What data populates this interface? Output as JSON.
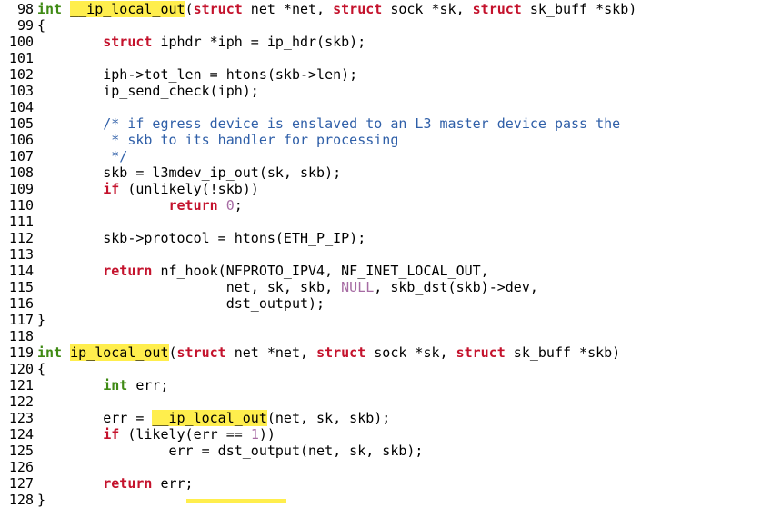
{
  "colors": {
    "keyword": "#c4122c",
    "type": "#3f8a14",
    "comment": "#2f5fa8",
    "number": "#a66ba3",
    "highlight": "#ffee4d"
  },
  "code": {
    "highlight_term": "ip_local_out",
    "lines": [
      {
        "n": "98",
        "segs": [
          {
            "c": "ty",
            "t": "int"
          },
          {
            "t": " "
          },
          {
            "c": "hl",
            "t": "__ip_local_out"
          },
          {
            "t": "("
          },
          {
            "c": "kw",
            "t": "struct"
          },
          {
            "t": " net *net, "
          },
          {
            "c": "kw",
            "t": "struct"
          },
          {
            "t": " sock *sk, "
          },
          {
            "c": "kw",
            "t": "struct"
          },
          {
            "t": " sk_buff *skb)"
          }
        ]
      },
      {
        "n": "99",
        "segs": [
          {
            "t": "{"
          }
        ]
      },
      {
        "n": "100",
        "segs": [
          {
            "t": "        "
          },
          {
            "c": "kw",
            "t": "struct"
          },
          {
            "t": " iphdr *iph = ip_hdr(skb);"
          }
        ]
      },
      {
        "n": "101",
        "segs": []
      },
      {
        "n": "102",
        "segs": [
          {
            "t": "        iph->tot_len = htons(skb->len);"
          }
        ]
      },
      {
        "n": "103",
        "segs": [
          {
            "t": "        ip_send_check(iph);"
          }
        ]
      },
      {
        "n": "104",
        "segs": []
      },
      {
        "n": "105",
        "segs": [
          {
            "t": "        "
          },
          {
            "c": "cm",
            "t": "/* if egress device is enslaved to an L3 master device pass the"
          }
        ]
      },
      {
        "n": "106",
        "segs": [
          {
            "c": "cm",
            "t": "         * skb to its handler for processing"
          }
        ]
      },
      {
        "n": "107",
        "segs": [
          {
            "c": "cm",
            "t": "         */"
          }
        ]
      },
      {
        "n": "108",
        "segs": [
          {
            "t": "        skb = l3mdev_ip_out(sk, skb);"
          }
        ]
      },
      {
        "n": "109",
        "segs": [
          {
            "t": "        "
          },
          {
            "c": "kw",
            "t": "if"
          },
          {
            "t": " (unlikely(!skb))"
          }
        ]
      },
      {
        "n": "110",
        "segs": [
          {
            "t": "                "
          },
          {
            "c": "kw",
            "t": "return"
          },
          {
            "t": " "
          },
          {
            "c": "nm",
            "t": "0"
          },
          {
            "t": ";"
          }
        ]
      },
      {
        "n": "111",
        "segs": []
      },
      {
        "n": "112",
        "segs": [
          {
            "t": "        skb->protocol = htons(ETH_P_IP);"
          }
        ]
      },
      {
        "n": "113",
        "segs": []
      },
      {
        "n": "114",
        "segs": [
          {
            "t": "        "
          },
          {
            "c": "kw",
            "t": "return"
          },
          {
            "t": " nf_hook(NFPROTO_IPV4, NF_INET_LOCAL_OUT,"
          }
        ]
      },
      {
        "n": "115",
        "segs": [
          {
            "t": "                       net, sk, skb, "
          },
          {
            "c": "nm",
            "t": "NULL"
          },
          {
            "t": ", skb_dst(skb)->dev,"
          }
        ]
      },
      {
        "n": "116",
        "segs": [
          {
            "t": "                       dst_output);"
          }
        ]
      },
      {
        "n": "117",
        "segs": [
          {
            "t": "}"
          }
        ]
      },
      {
        "n": "118",
        "segs": []
      },
      {
        "n": "119",
        "segs": [
          {
            "c": "ty",
            "t": "int"
          },
          {
            "t": " "
          },
          {
            "c": "hl",
            "t": "ip_local_out"
          },
          {
            "t": "("
          },
          {
            "c": "kw",
            "t": "struct"
          },
          {
            "t": " net *net, "
          },
          {
            "c": "kw",
            "t": "struct"
          },
          {
            "t": " sock *sk, "
          },
          {
            "c": "kw",
            "t": "struct"
          },
          {
            "t": " sk_buff *skb)"
          }
        ]
      },
      {
        "n": "120",
        "segs": [
          {
            "t": "{"
          }
        ]
      },
      {
        "n": "121",
        "segs": [
          {
            "t": "        "
          },
          {
            "c": "ty",
            "t": "int"
          },
          {
            "t": " err;"
          }
        ]
      },
      {
        "n": "122",
        "segs": []
      },
      {
        "n": "123",
        "segs": [
          {
            "t": "        err = "
          },
          {
            "c": "hl",
            "t": "__ip_local_out"
          },
          {
            "t": "(net, sk, skb);"
          }
        ]
      },
      {
        "n": "124",
        "segs": [
          {
            "t": "        "
          },
          {
            "c": "kw",
            "t": "if"
          },
          {
            "t": " (likely(err == "
          },
          {
            "c": "nm",
            "t": "1"
          },
          {
            "t": "))"
          }
        ]
      },
      {
        "n": "125",
        "segs": [
          {
            "t": "                err = dst_output(net, sk, skb);"
          }
        ]
      },
      {
        "n": "126",
        "segs": []
      },
      {
        "n": "127",
        "segs": [
          {
            "t": "        "
          },
          {
            "c": "kw",
            "t": "return"
          },
          {
            "t": " err;"
          }
        ]
      },
      {
        "n": "128",
        "segs": [
          {
            "t": "}"
          }
        ]
      }
    ]
  }
}
